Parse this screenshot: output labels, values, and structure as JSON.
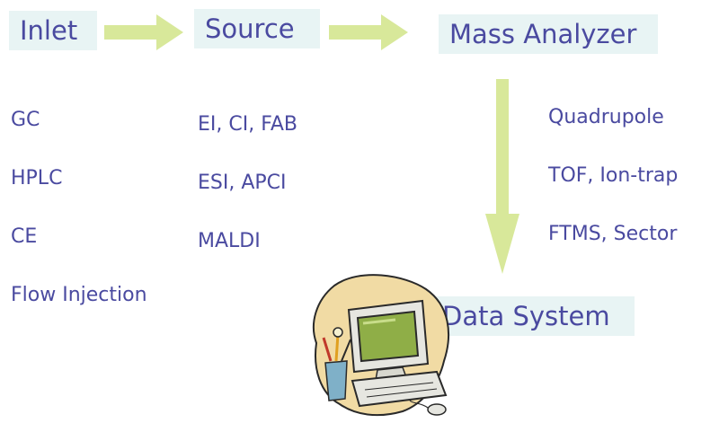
{
  "stages": {
    "inlet": "Inlet",
    "source": "Source",
    "analyzer": "Mass Analyzer",
    "data_system": "Data System"
  },
  "inlet_items": [
    "GC",
    "HPLC",
    "CE",
    "Flow Injection"
  ],
  "source_items": [
    "EI, CI, FAB",
    "ESI, APCI",
    "MALDI"
  ],
  "analyzer_items": [
    "Quadrupole",
    "TOF, Ion-trap",
    "FTMS, Sector"
  ],
  "colors": {
    "text": "#4a4aa0",
    "box_fill": "#e8f4f4",
    "arrow_fill": "#d8e89a"
  },
  "icons": {
    "computer": "computer-clipart-icon"
  }
}
